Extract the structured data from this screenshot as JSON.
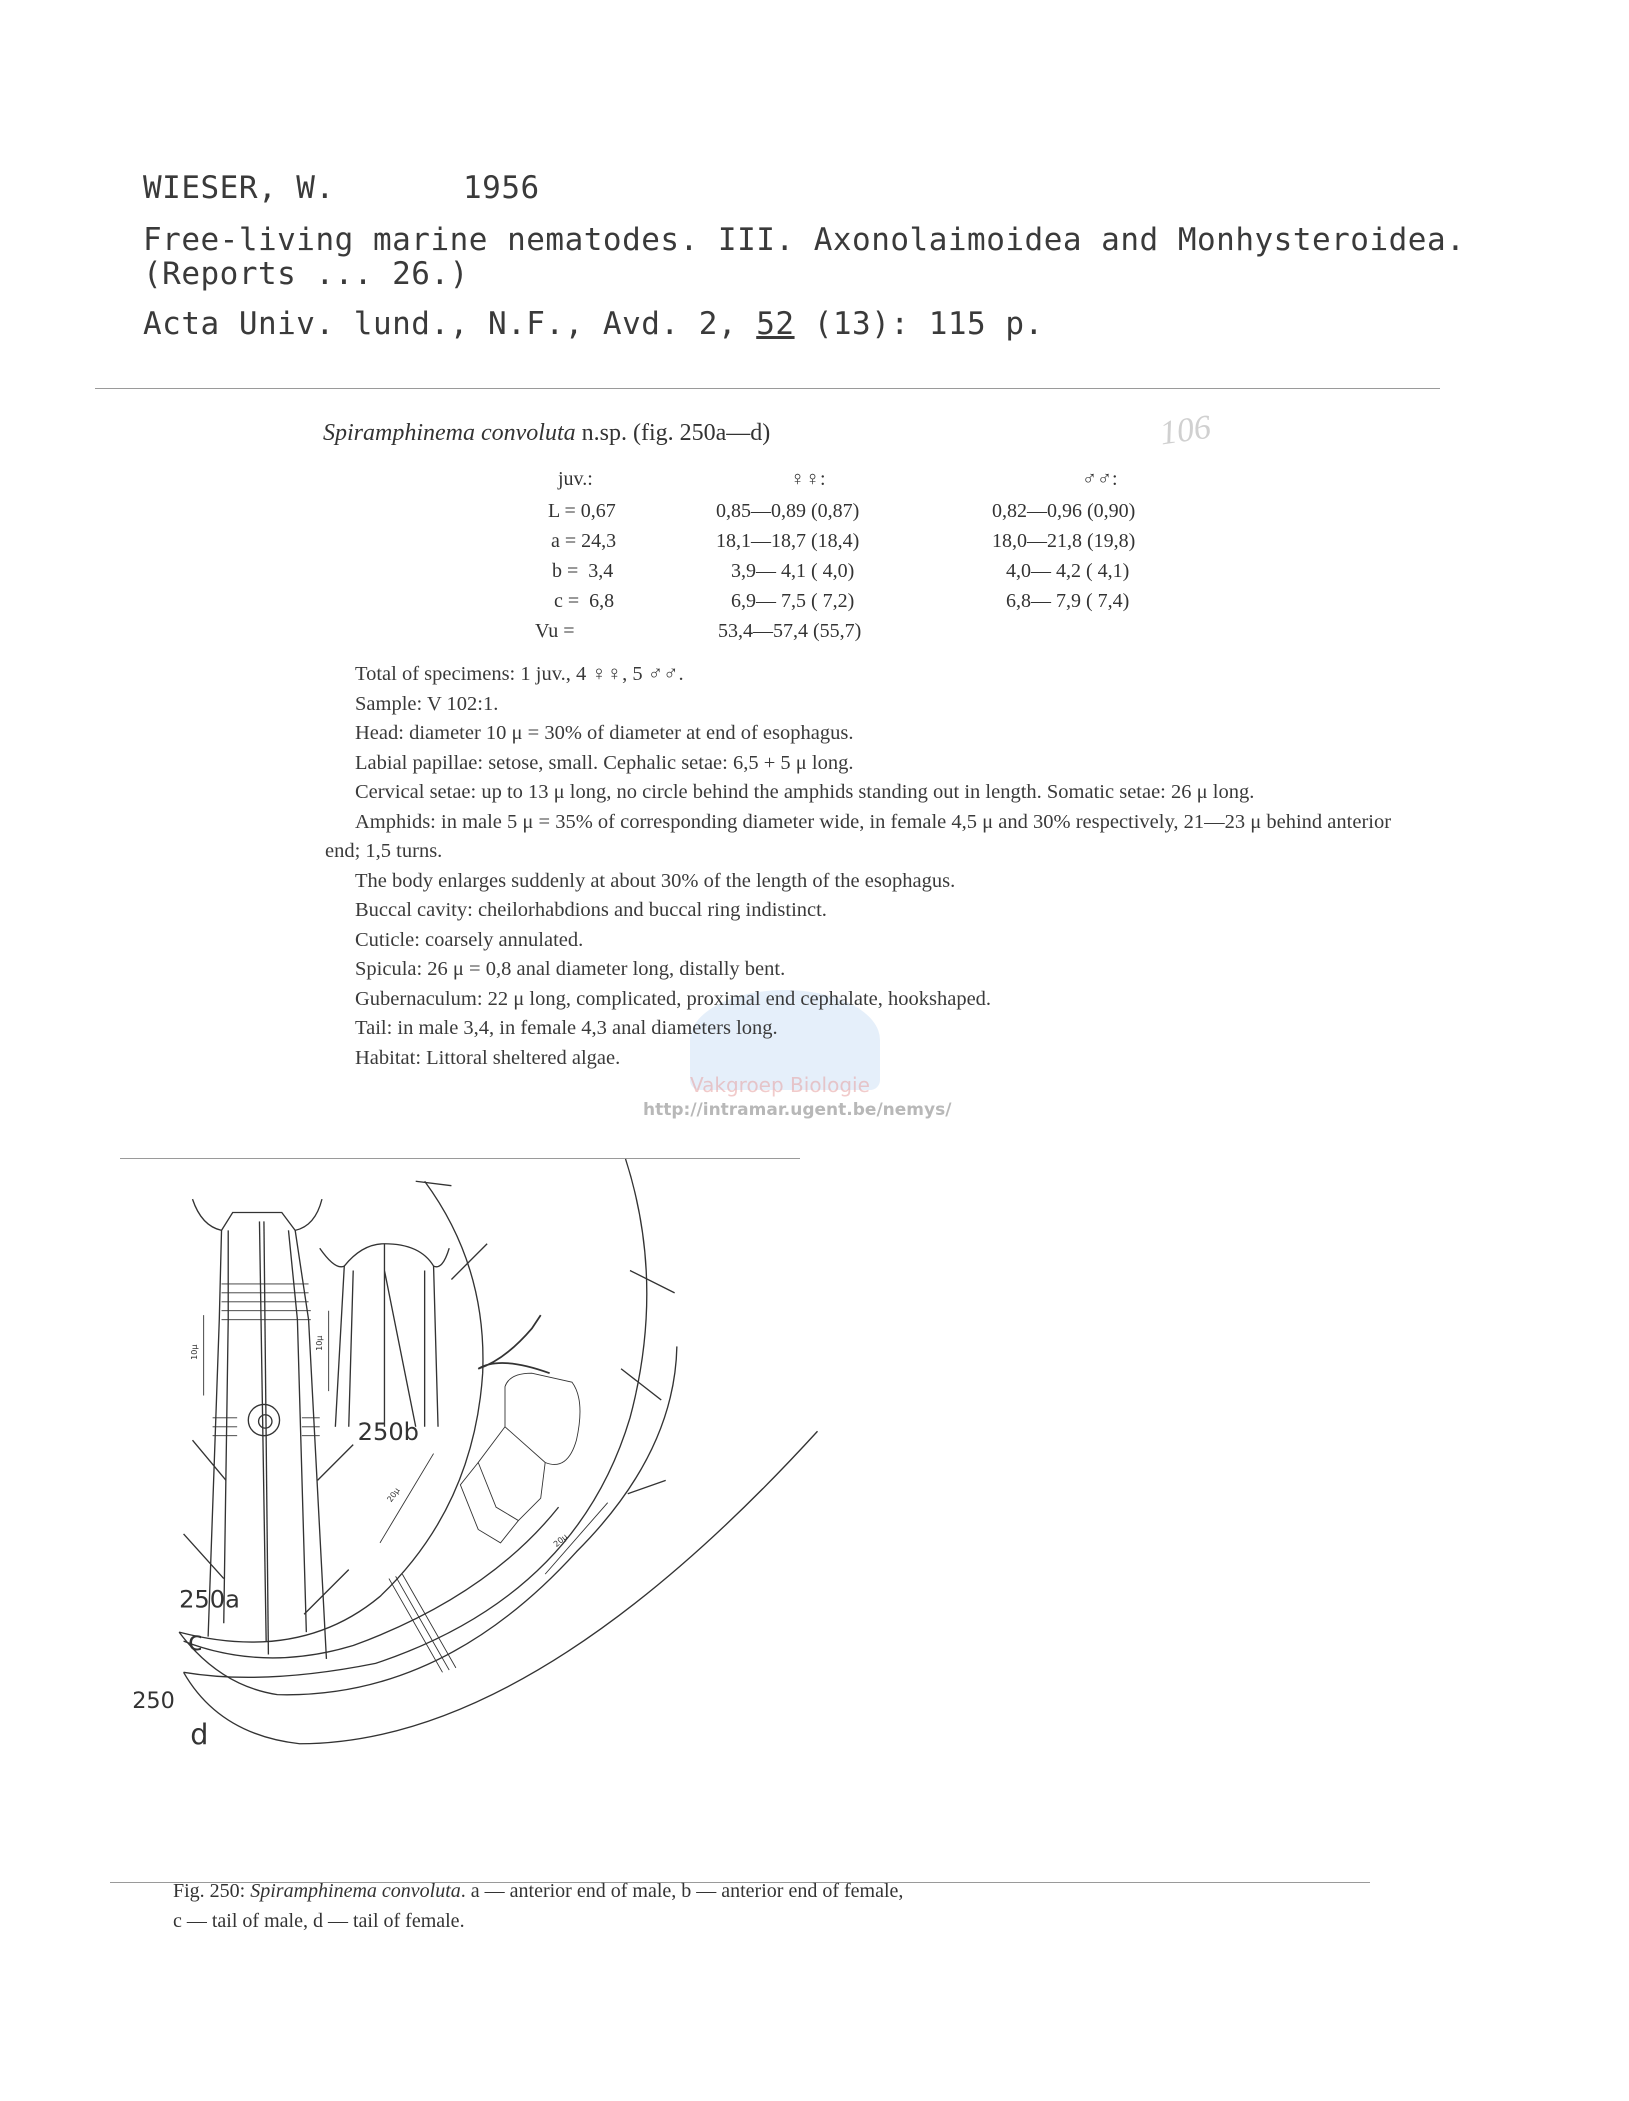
{
  "citation": {
    "author": "WIESER, W.",
    "year": "1956",
    "title_line1": "Free-living marine nematodes. III. Axonolaimoidea and Monhysteroidea.",
    "title_line2": "(Reports ... 26.)",
    "journal": "Acta Univ. lund., N.F., Avd. 2, ",
    "volume": "52",
    "issue_pages": " (13): 115 p."
  },
  "handwritten_note": "106",
  "species": {
    "name": "Spiramphinema convoluta",
    "suffix": " n.sp. (fig. 250a—d)"
  },
  "measurements": {
    "headers": [
      "juv.:",
      "♀♀:",
      "♂♂:"
    ],
    "rows": [
      [
        "L = 0,67",
        "0,85—0,89 (0,87)",
        "0,82—0,96 (0,90)"
      ],
      [
        "a = 24,3",
        "18,1—18,7 (18,4)",
        "18,0—21,8 (19,8)"
      ],
      [
        "b =  3,4",
        "3,9— 4,1 ( 4,0)",
        "4,0— 4,2 ( 4,1)"
      ],
      [
        "c =  6,8",
        "6,9— 7,5 ( 7,2)",
        "6,8— 7,9 ( 7,4)"
      ],
      [
        "Vu =",
        "53,4—57,4 (55,7)",
        ""
      ]
    ]
  },
  "description": [
    "Total of specimens: 1 juv., 4 ♀♀, 5 ♂♂.",
    "Sample: V 102:1.",
    "Head: diameter 10 μ = 30% of diameter at end of esophagus.",
    "Labial papillae: setose, small. Cephalic setae: 6,5 + 5 μ long.",
    "Cervical setae: up to 13 μ long, no circle behind the amphids standing out in length. Somatic setae: 26 μ long.",
    "Amphids: in male 5 μ = 35% of corresponding diameter wide, in female 4,5 μ and 30% respectively, 21—23 μ behind anterior end; 1,5 turns.",
    "The body enlarges suddenly at about 30% of the length of the esophagus.",
    "Buccal cavity: cheilorhabdions and buccal ring indistinct.",
    "Cuticle: coarsely annulated.",
    "Spicula: 26 μ = 0,8 anal diameter long, distally bent.",
    "Gubernaculum: 22 μ long, complicated, proximal end cephalate, hookshaped.",
    "Tail: in male 3,4, in female 4,3 anal diameters long.",
    "Habitat: Littoral sheltered algae."
  ],
  "watermark": {
    "url": "http://intramar.ugent.be/nemys/",
    "logo_text": "Vakgroep Biologie"
  },
  "figure": {
    "labels": {
      "a": "250a",
      "b": "250b",
      "c": "c",
      "d_num": "250",
      "d": "d"
    },
    "scale_labels": [
      "10μ",
      "10μ",
      "20μ",
      "20μ"
    ]
  },
  "caption": {
    "prefix": "Fig. 250: ",
    "species": "Spiramphinema convoluta",
    "line1_rest": ". a — anterior end of male, b — anterior end of female,",
    "line2": "c — tail of male, d — tail of female."
  }
}
